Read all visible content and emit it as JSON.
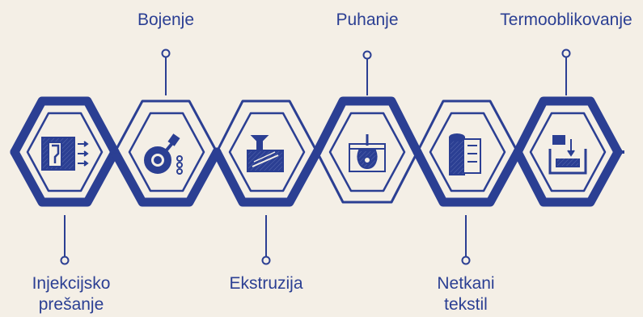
{
  "colors": {
    "background": "#f4efe6",
    "ink": "#2b3f93",
    "ink_light": "#5a6bb0"
  },
  "steps": [
    {
      "label": "Injekcijsko prešanje",
      "icon": "injection-molding-icon",
      "position": "bottom"
    },
    {
      "label": "Bojenje",
      "icon": "coloring-icon",
      "position": "top"
    },
    {
      "label": "Ekstruzija",
      "icon": "extrusion-icon",
      "position": "bottom"
    },
    {
      "label": "Puhanje",
      "icon": "blow-molding-icon",
      "position": "top"
    },
    {
      "label": "Netkani tekstil",
      "icon": "nonwoven-textile-icon",
      "position": "bottom"
    },
    {
      "label": "Termooblikovanje",
      "icon": "thermoforming-icon",
      "position": "top"
    }
  ]
}
